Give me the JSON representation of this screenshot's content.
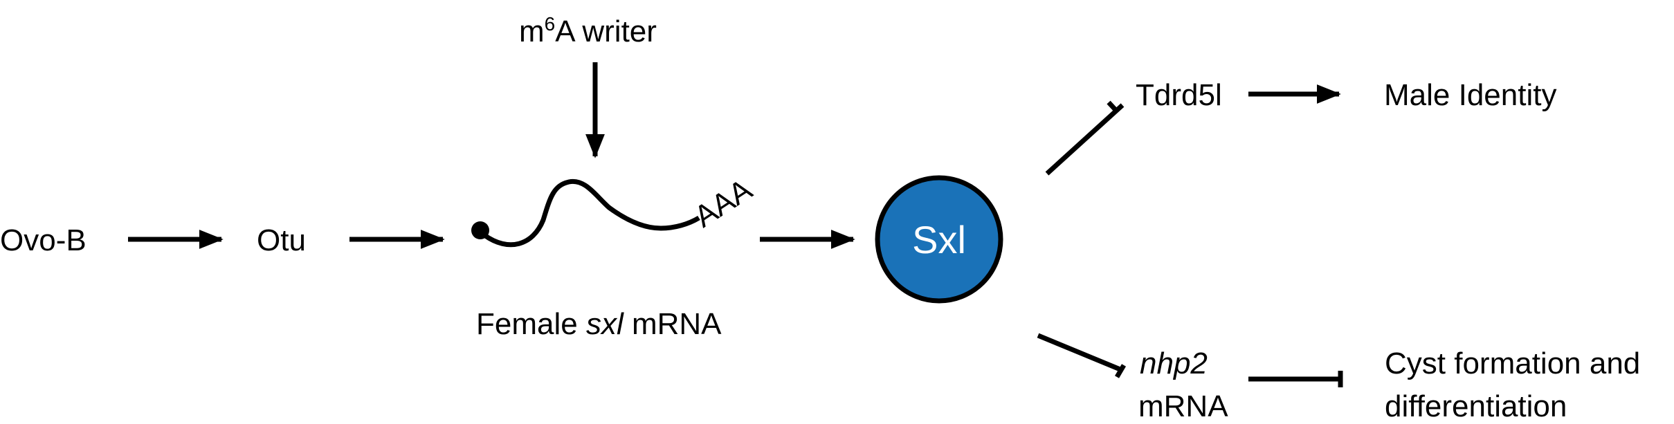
{
  "nodes": {
    "ovo_b": "Ovo-B",
    "otu": "Otu",
    "m6a_writer": {
      "prefix": "m",
      "superscript": "6",
      "suffix": "A writer"
    },
    "mrna": {
      "tail": "AAA",
      "caption_prefix": "Female ",
      "caption_italic": "sxl",
      "caption_suffix": " mRNA"
    },
    "sxl": "Sxl",
    "tdrd5l": "Tdrd5l",
    "male_identity": "Male Identity",
    "nhp2": {
      "italic": "nhp2",
      "line2": "mRNA"
    },
    "cyst": {
      "line1": "Cyst formation and",
      "line2": "differentiation"
    }
  },
  "colors": {
    "sxl_fill": "#1a72b8",
    "stroke": "#000000"
  },
  "edges": [
    {
      "from": "ovo_b",
      "to": "otu",
      "type": "activation"
    },
    {
      "from": "otu",
      "to": "mrna",
      "type": "activation"
    },
    {
      "from": "m6a_writer",
      "to": "mrna",
      "type": "activation"
    },
    {
      "from": "mrna",
      "to": "sxl",
      "type": "activation"
    },
    {
      "from": "sxl",
      "to": "tdrd5l",
      "type": "inhibition"
    },
    {
      "from": "tdrd5l",
      "to": "male_identity",
      "type": "activation"
    },
    {
      "from": "sxl",
      "to": "nhp2",
      "type": "inhibition"
    },
    {
      "from": "nhp2",
      "to": "cyst",
      "type": "inhibition"
    }
  ]
}
